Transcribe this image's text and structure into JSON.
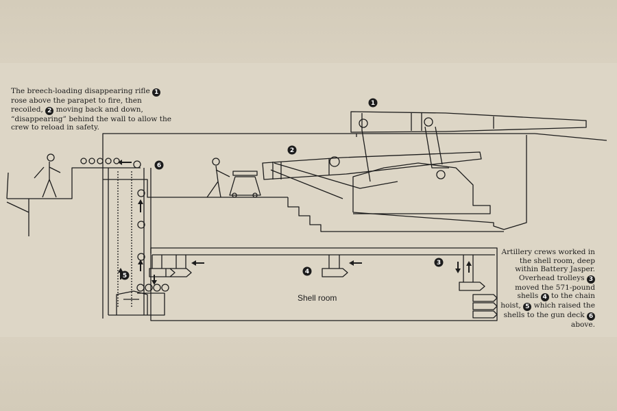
{
  "note_left": {
    "segments": [
      {
        "type": "text",
        "value": "The breech-loading disappearing rifle "
      },
      {
        "type": "badge",
        "value": "1"
      },
      {
        "type": "text",
        "value": " rose above the parapet to fire, then recoiled, "
      },
      {
        "type": "badge",
        "value": "2"
      },
      {
        "type": "text",
        "value": " moving back and down, “disappearing” behind the wall to allow the crew to reload in safety."
      }
    ]
  },
  "note_right": {
    "segments": [
      {
        "type": "text",
        "value": "Artillery crews worked in the shell room, deep within Battery Jasper. Overhead trolleys "
      },
      {
        "type": "badge",
        "value": "3"
      },
      {
        "type": "text",
        "value": " moved the 571-pound shells "
      },
      {
        "type": "badge",
        "value": "4"
      },
      {
        "type": "text",
        "value": " to the chain hoist, "
      },
      {
        "type": "badge",
        "value": "5"
      },
      {
        "type": "text",
        "value": " which raised the shells to the gun deck "
      },
      {
        "type": "badge",
        "value": "6"
      },
      {
        "type": "text",
        "value": " above."
      }
    ]
  },
  "callouts": [
    "1",
    "2",
    "3",
    "4",
    "5",
    "6"
  ],
  "shell_room_label": "Shell room",
  "colors": {
    "ink": "#1c1c1c",
    "paper": "#ddd6c6",
    "background": "#d9d1c0"
  }
}
